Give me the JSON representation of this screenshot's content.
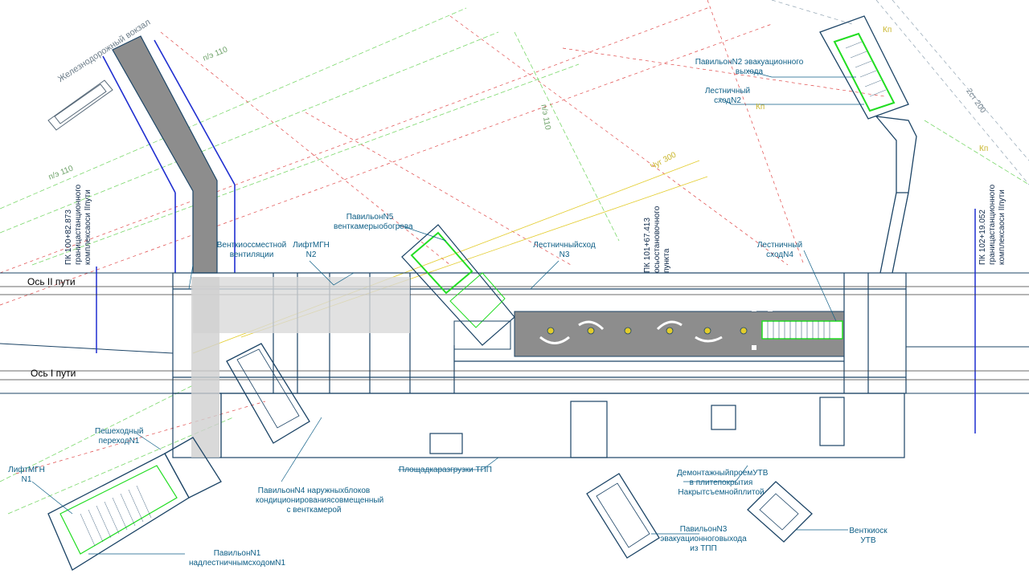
{
  "railway_station": "Железнодорожный вокзал",
  "axes": {
    "track2": "Ось II пути",
    "track1": "Ось I пути"
  },
  "chainages": {
    "left": [
      "ПК 100+82.873",
      "границастанционного",
      "комплексаоси IIпути"
    ],
    "middle": [
      "ПК 101+67.413",
      "осьостановочного",
      "пункта"
    ],
    "right": [
      "ПК 102+19.052",
      "границастанционного",
      "комплексаоси IIпути"
    ]
  },
  "labels": {
    "pavilion2": [
      "ПавильонN2 эвакуационного",
      "выхода"
    ],
    "stair2": [
      "Лестничный",
      "сходN2"
    ],
    "pavilion5": [
      "ПавильонN5",
      "венткамерыобогрева"
    ],
    "ventkiosk_combined": [
      "Венткиоссместной",
      "вентиляции"
    ],
    "lift2": [
      "ЛифтМГН",
      "N2"
    ],
    "stair3": [
      "Лестничныйсход",
      "N3"
    ],
    "stair4": [
      "Лестничный",
      "сходN4"
    ],
    "pedestrian": [
      "Пешеходный",
      "переходN1"
    ],
    "lift1": [
      "ЛифтМГН",
      "N1"
    ],
    "pavilion4": [
      "ПавильонN4 наружныхблоков",
      "кондиционированиясовмещенный",
      "с венткамерой"
    ],
    "tpp_platform": [
      "Площадкаразгрузки ТПП"
    ],
    "utv_opening": [
      "ДемонтажныйпроемУТВ",
      "в плитепокрытия",
      "Накрытсъемнойплитой"
    ],
    "pavilion3": [
      "ПавильонN3",
      "эвакуационноговыхода",
      "из ТПП"
    ],
    "ventkiosk_utv": [
      "Венткиоск",
      "УТВ"
    ],
    "pavilion1": [
      "ПавильонN1",
      "надлестничнымсходомN1"
    ]
  },
  "line_notes": {
    "p_110_a": "п/э 110",
    "p_110_b": "п/э 110",
    "p_110_c": "п/э 110",
    "chug_300": "Чуг 300",
    "st_200": "2ст 200",
    "kn_a": "Кп",
    "kn_b": "Кп",
    "kn_c": "Кп"
  },
  "colors": {
    "background": "#ffffff",
    "wall": "#1c4466",
    "callout": "#0d5e86",
    "green_utility": "#7ad86a",
    "red_utility": "#e04848",
    "yellow_utility": "#e3cc2c",
    "blue_axis": "#1f2ed0",
    "platform_fill": "#8d8d8d",
    "highlight_green": "#22dd22"
  }
}
